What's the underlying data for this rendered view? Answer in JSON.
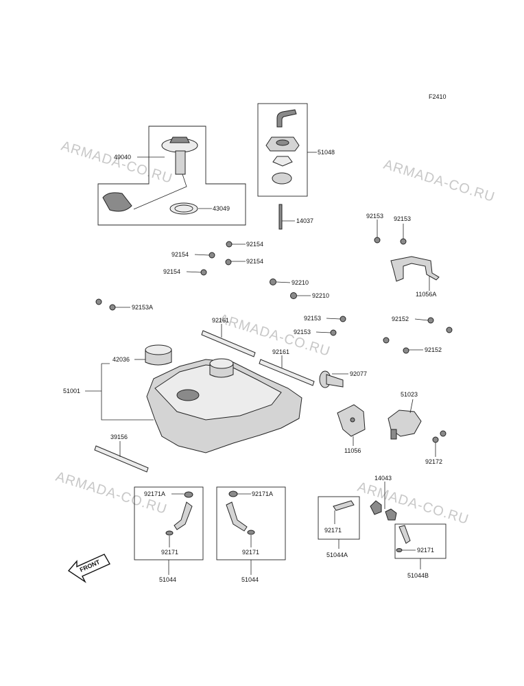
{
  "diagram_code": "F2410",
  "watermark": "ARMADA-CO.RU",
  "front_label": "FRONT",
  "parts": {
    "p49040": "49040",
    "p43049": "43049",
    "p51048": "51048",
    "p14037": "14037",
    "p92153_a": "92153",
    "p92153_b": "92153",
    "p92153_c": "92153",
    "p92153_d": "92153",
    "p92154_a": "92154",
    "p92154_b": "92154",
    "p92154_c": "92154",
    "p92154_d": "92154",
    "p11056A": "11056A",
    "p92210_a": "92210",
    "p92210_b": "92210",
    "p92153A": "92153A",
    "p92161_a": "92161",
    "p92161_b": "92161",
    "p92152_a": "92152",
    "p92152_b": "92152",
    "p42036": "42036",
    "p51001": "51001",
    "p92077": "92077",
    "p51023": "51023",
    "p39156": "39156",
    "p11056": "11056",
    "p92172": "92172",
    "p14043": "14043",
    "p92171A_a": "92171A",
    "p92171A_b": "92171A",
    "p92171_a": "92171",
    "p92171_b": "92171",
    "p92171_c": "92171",
    "p92171_d": "92171",
    "p51044_a": "51044",
    "p51044_b": "51044",
    "p51044A": "51044A",
    "p51044B": "51044B"
  }
}
